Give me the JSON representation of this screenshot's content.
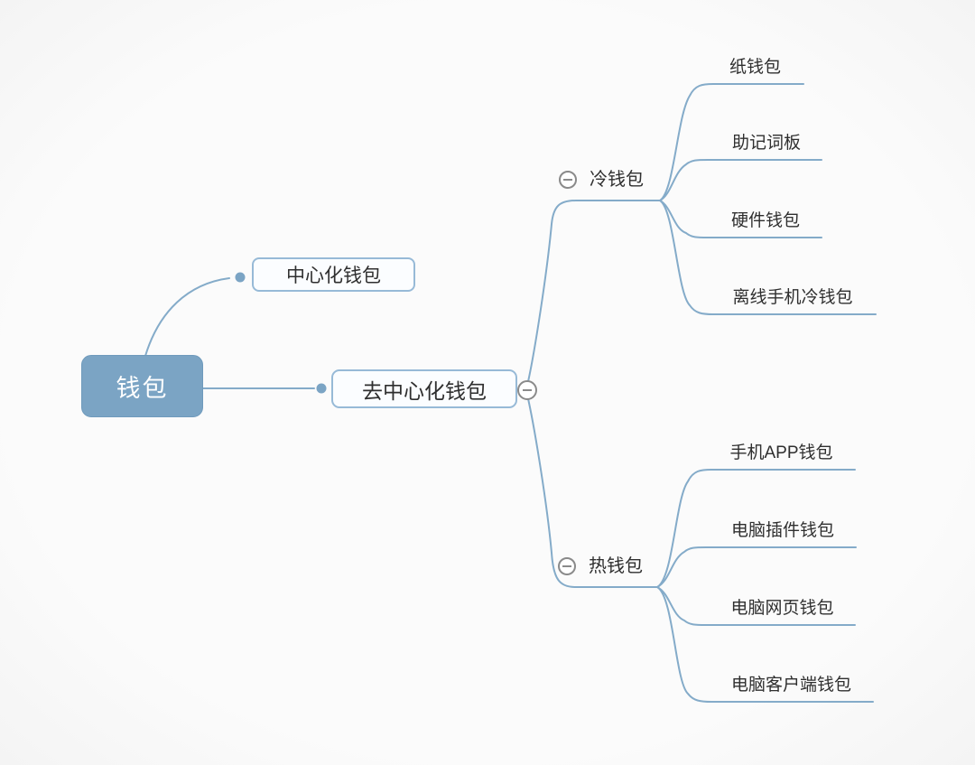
{
  "palette": {
    "background": "#fbfbfb",
    "line": "#84abc9",
    "root_fill": "#7ba4c4",
    "root_text": "#ffffff",
    "box_border": "#97bad7",
    "box_fill": "#fbfdff",
    "text": "#2f2f2f",
    "collapse_icon_gray": "#8a8a8a"
  },
  "mindmap": {
    "root": {
      "label": "钱包"
    },
    "children": [
      {
        "label": "中心化钱包"
      },
      {
        "label": "去中心化钱包",
        "collapse_icon": "minus-circle",
        "children": [
          {
            "label": "冷钱包",
            "collapse_icon": "minus-circle",
            "children": [
              {
                "label": "纸钱包"
              },
              {
                "label": "助记词板"
              },
              {
                "label": "硬件钱包"
              },
              {
                "label": "离线手机冷钱包"
              }
            ]
          },
          {
            "label": "热钱包",
            "collapse_icon": "minus-circle",
            "children": [
              {
                "label": "手机APP钱包"
              },
              {
                "label": "电脑插件钱包"
              },
              {
                "label": "电脑网页钱包"
              },
              {
                "label": "电脑客户端钱包"
              }
            ]
          }
        ]
      }
    ]
  }
}
